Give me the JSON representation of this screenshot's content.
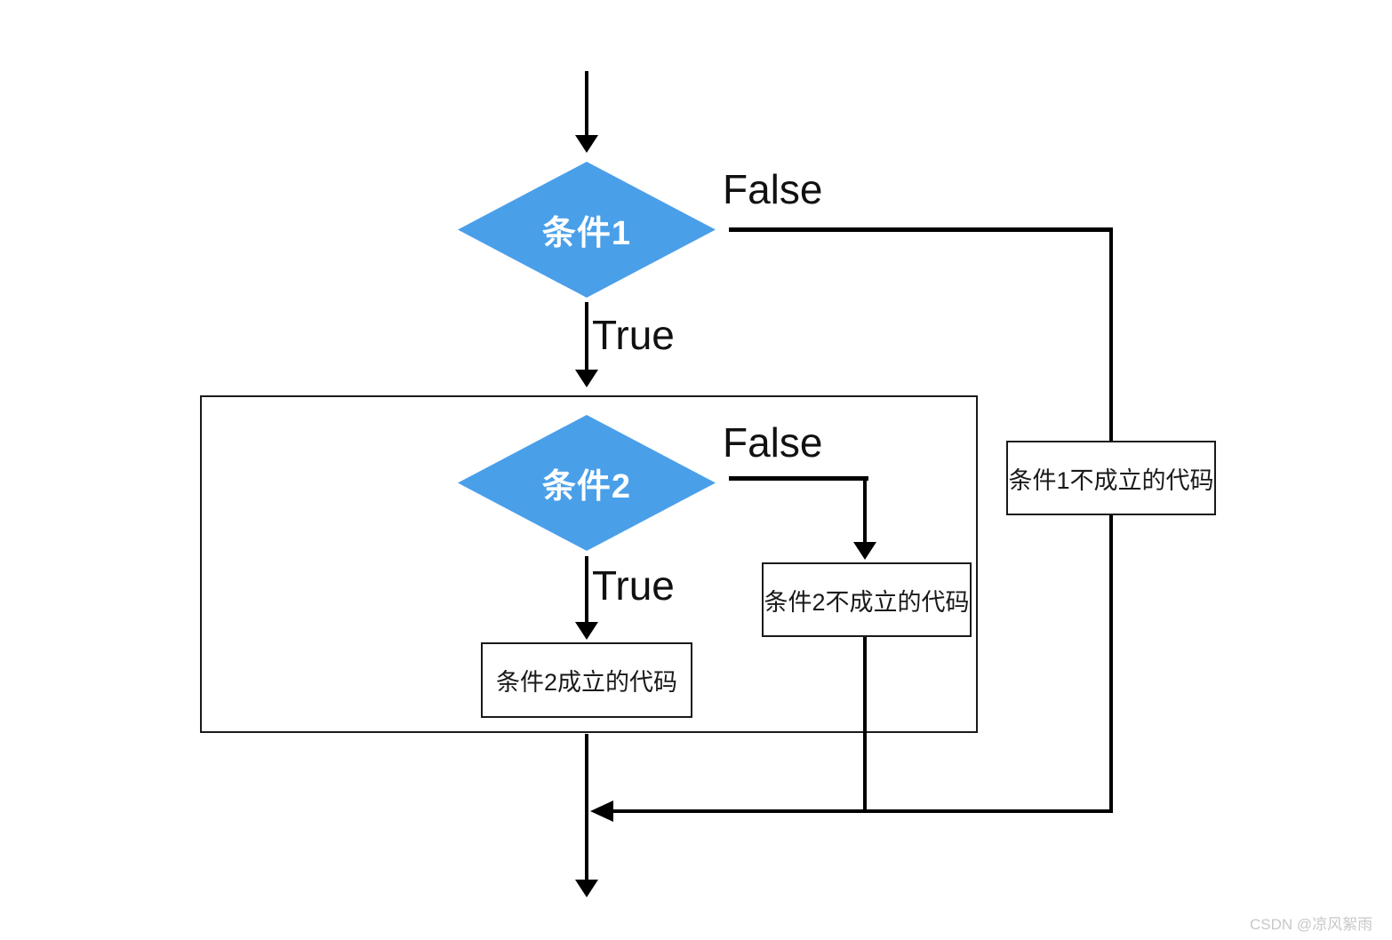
{
  "colors": {
    "diamond_fill": "#4A9FE9",
    "diamond_text": "#FFFFFF",
    "line": "#000000",
    "box_border": "#1A1A1A",
    "box_fill": "#FFFFFF",
    "watermark_text": "#C8C8C8"
  },
  "flowchart": {
    "decision1": {
      "label": "条件1",
      "false_label": "False",
      "true_label": "True"
    },
    "decision2": {
      "label": "条件2",
      "false_label": "False",
      "true_label": "True"
    },
    "boxes": {
      "cond1_false": "条件1不成立的代码",
      "cond2_false": "条件2不成立的代码",
      "cond2_true": "条件2成立的代码"
    }
  },
  "watermark": "CSDN @凉风絮雨"
}
